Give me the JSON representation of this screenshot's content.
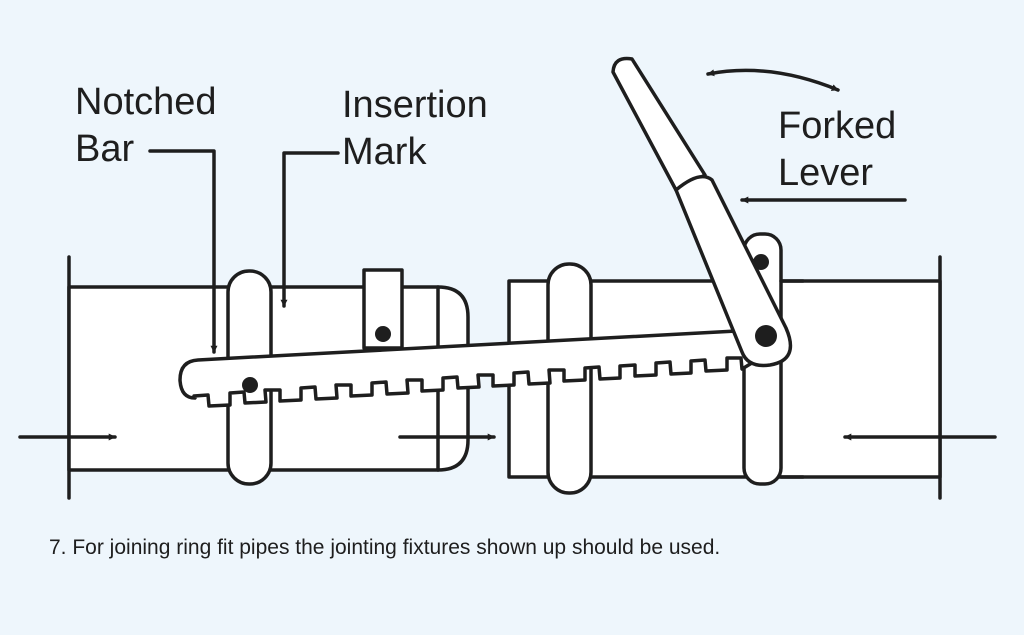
{
  "labels": {
    "notched_bar": [
      "Notched",
      "Bar"
    ],
    "insertion_mark": [
      "Insertion",
      "Mark"
    ],
    "forked_lever": [
      "Forked",
      "Lever"
    ]
  },
  "caption": "7. For joining ring fit pipes the jointing fixtures shown up should be used.",
  "colors": {
    "background": "#eef6fc",
    "stroke": "#1e1e1e",
    "fill": "#ffffff"
  }
}
